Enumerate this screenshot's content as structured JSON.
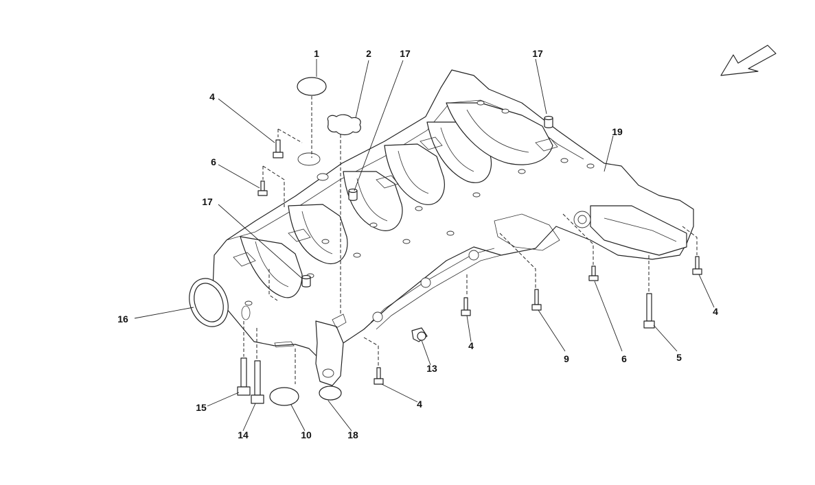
{
  "callouts": {
    "c1": "1",
    "c2": "2",
    "c17a": "17",
    "c17b": "17",
    "c4a": "4",
    "c6a": "6",
    "c17c": "17",
    "c19": "19",
    "c16": "16",
    "c4b": "4",
    "c9": "9",
    "c6b": "6",
    "c5": "5",
    "c4c": "4",
    "c13": "13",
    "c4d": "4",
    "c15": "15",
    "c14": "14",
    "c10": "10",
    "c18": "18"
  },
  "icons": {
    "direction_arrow": "direction-arrow-icon"
  }
}
